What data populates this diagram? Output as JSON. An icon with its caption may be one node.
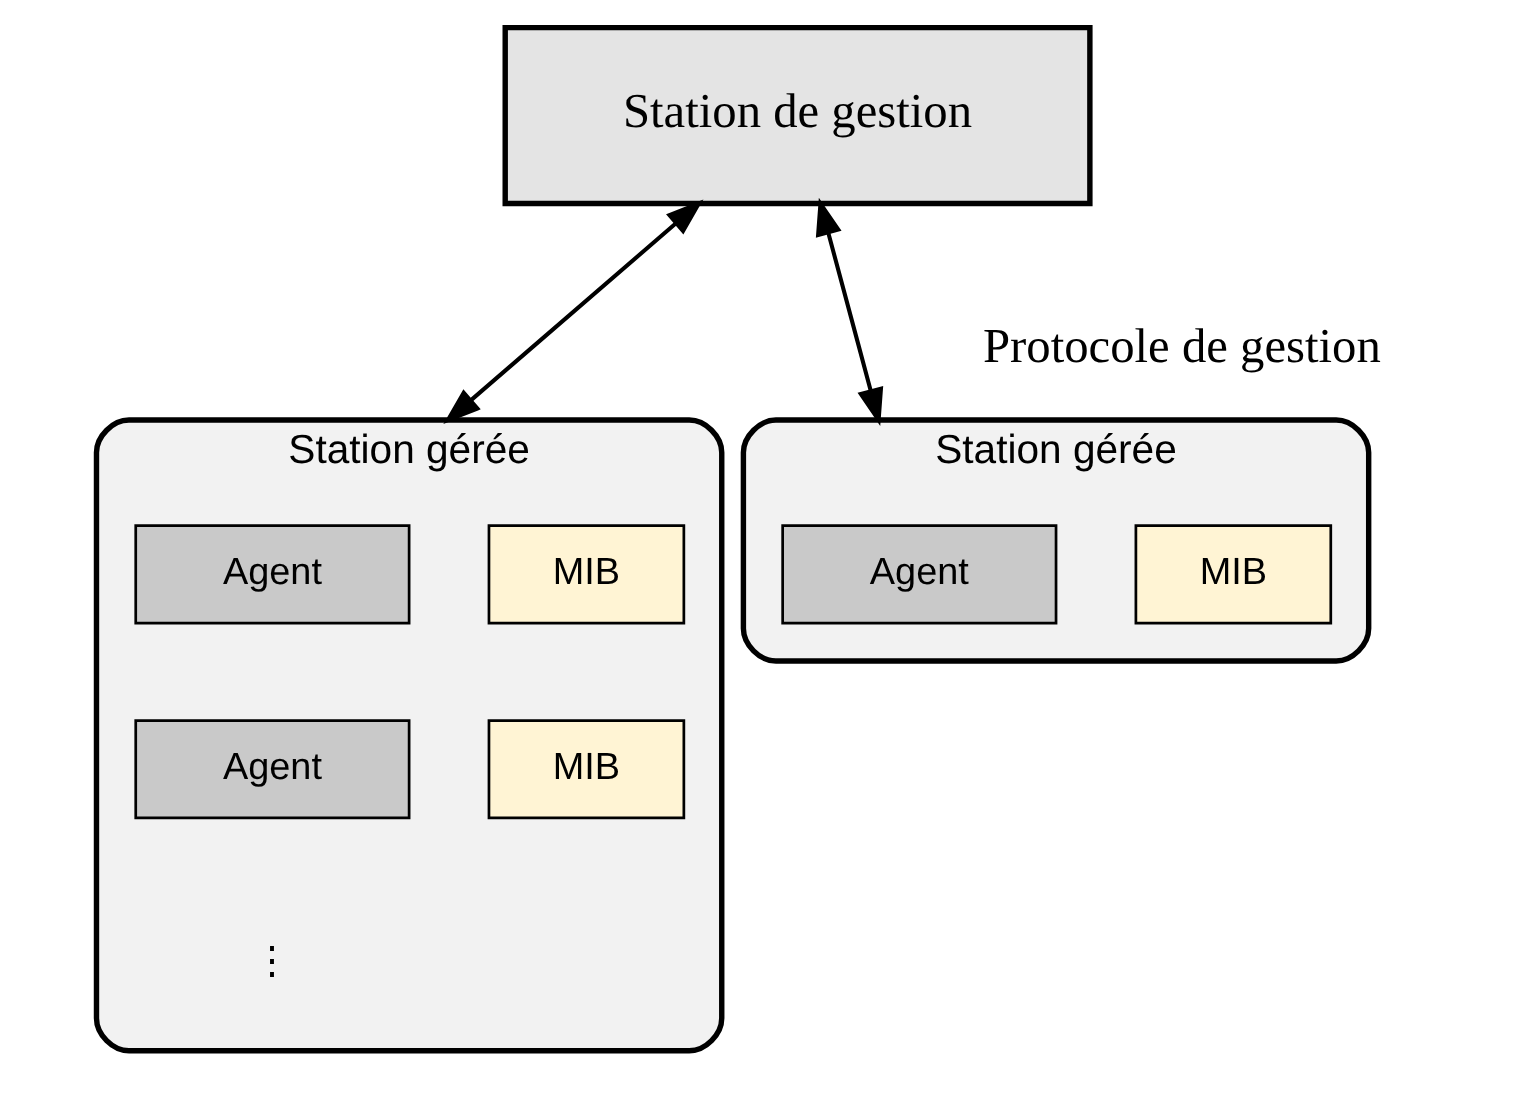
{
  "diagram": {
    "nodes": [
      {
        "text": [
          "Station de gestion"
        ]
      },
      {
        "text": [
          "Station gérée"
        ]
      },
      {
        "text": [
          "Agent"
        ],
        "in": 1
      },
      {
        "text": [
          "MIB"
        ],
        "in": 1
      },
      {
        "text": [
          "Agent"
        ],
        "in": 1
      },
      {
        "text": [
          "MIB"
        ],
        "in": 1
      },
      {
        "text": [
          "Station gérée"
        ]
      },
      {
        "text": [
          "Agent"
        ],
        "in": 6
      },
      {
        "text": [
          "MIB"
        ],
        "in": 6
      }
    ],
    "edges": [
      {
        "from": 0,
        "to": 1,
        "arrow": "both"
      },
      {
        "from": 0,
        "to": 6,
        "arrow": "both"
      }
    ],
    "labels": [
      "Protocole de gestion",
      "⋮"
    ]
  }
}
